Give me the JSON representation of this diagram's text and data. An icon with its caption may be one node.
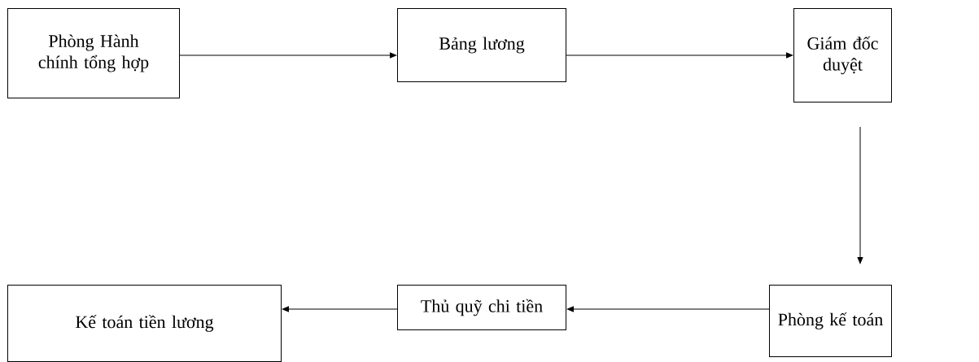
{
  "diagram": {
    "nodes": [
      {
        "text": [
          "Phòng Hành chính tổng hợp"
        ]
      },
      {
        "text": [
          "Bảng lương"
        ]
      },
      {
        "text": [
          "Giám đốc duyệt"
        ]
      },
      {
        "text": [
          "Phòng kế toán"
        ]
      },
      {
        "text": [
          "Thủ quỹ chi tiền"
        ]
      },
      {
        "text": [
          "Kế toán tiền lương"
        ]
      }
    ],
    "edges": [
      {
        "from": 0,
        "to": 1,
        "arrow": "to"
      },
      {
        "from": 1,
        "to": 2,
        "arrow": "to"
      },
      {
        "from": 2,
        "to": 3,
        "arrow": "to"
      },
      {
        "from": 3,
        "to": 4,
        "arrow": "to"
      },
      {
        "from": 4,
        "to": 5,
        "arrow": "to"
      }
    ]
  }
}
